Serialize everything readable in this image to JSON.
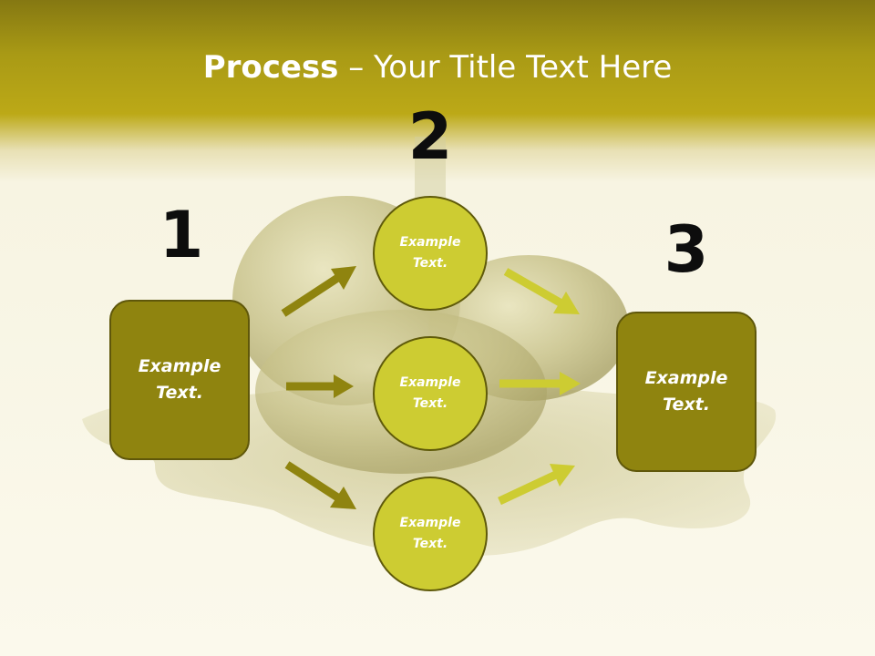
{
  "title": {
    "bold": "Process",
    "rest": " – Your Title Text Here"
  },
  "step_numbers": [
    "1",
    "2",
    "3"
  ],
  "left_box": {
    "text": "Example Text."
  },
  "circles": [
    {
      "text": "Example Text."
    },
    {
      "text": "Example Text."
    },
    {
      "text": "Example Text."
    }
  ],
  "right_box": {
    "text": "Example Text."
  },
  "colors": {
    "box_fill": "#8f840f",
    "circle_fill": "#cdcc32",
    "arrow_dark": "#8f840f",
    "arrow_light": "#cdcc32",
    "header_band": "#bca917"
  }
}
